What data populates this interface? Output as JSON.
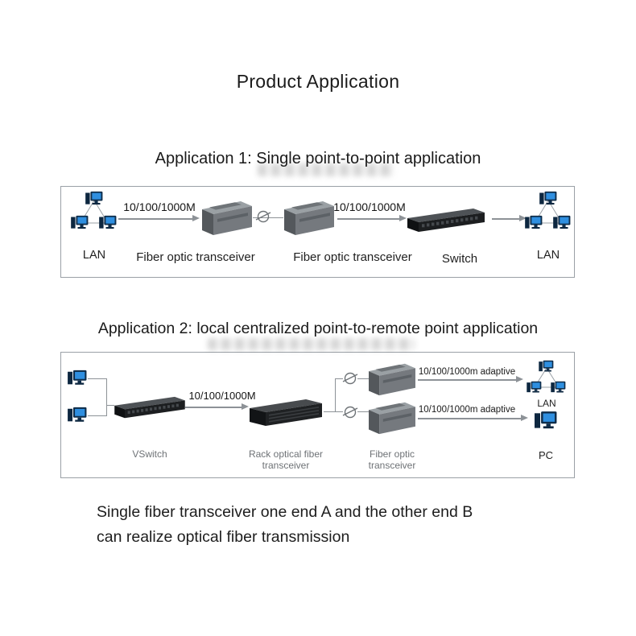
{
  "title": "Product Application",
  "colors": {
    "panel_border": "#9aa0a6",
    "screen_blue": "#2f8fe0",
    "device_gray": "#75797e",
    "device_black": "#1c1e20"
  },
  "app1": {
    "heading": "Application 1: Single point-to-point application",
    "link1": "10/100/1000M",
    "link2": "10/100/1000M",
    "lan_left": "LAN",
    "lan_right": "LAN",
    "transceiver1": "Fiber optic transceiver",
    "transceiver2": "Fiber optic transceiver",
    "switch": "Switch"
  },
  "app2": {
    "heading": "Application 2: local centralized point-to-remote point application",
    "link1": "10/100/1000M",
    "link_top": "10/100/1000m adaptive",
    "link_bottom": "10/100/1000m adaptive",
    "vswitch": "VSwitch",
    "rack_line1": "Rack optical fiber",
    "rack_line2": "transceiver",
    "fiber_line1": "Fiber optic",
    "fiber_line2": "transceiver",
    "lan": "LAN",
    "pc": "PC"
  },
  "footer": {
    "line1": "Single fiber transceiver one end A and the other end B",
    "line2": "can realize optical fiber transmission"
  }
}
